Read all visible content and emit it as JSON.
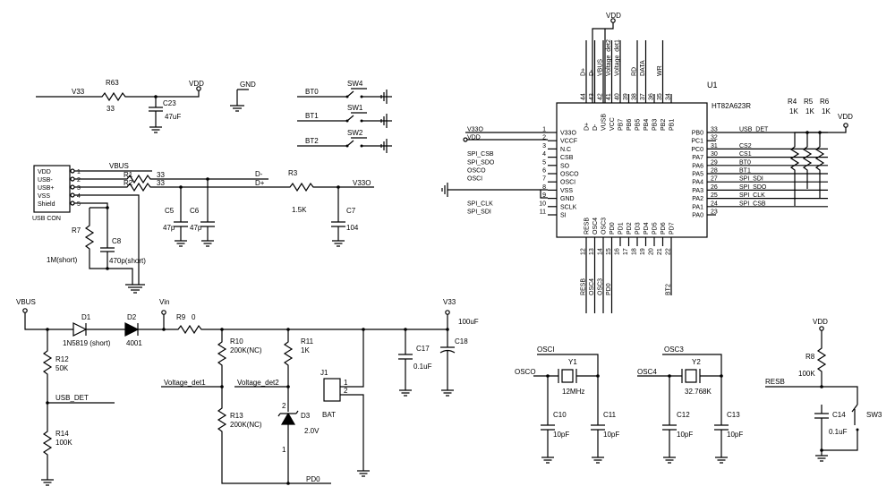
{
  "labels": {
    "v33": "V33",
    "r63": "R63",
    "r63_val": "33",
    "vdd": "VDD",
    "c23": "C23",
    "c23_val": "47uF",
    "gnd": "GND",
    "bt0": "BT0",
    "bt1": "BT1",
    "bt2": "BT2",
    "sw4": "SW4",
    "sw1": "SW1",
    "sw2": "SW2",
    "u1": "U1",
    "usb_vdd": "VDD",
    "usb_dm": "USB-",
    "usb_dp": "USB+",
    "usb_vss": "VSS",
    "usb_shield": "Shield",
    "usb_con": "USB CON",
    "vbus": "VBUS",
    "r1": "R1",
    "r2": "R2",
    "r12_val": "33",
    "r2_val": "33",
    "dm": "D-",
    "dp": "D+",
    "r3": "R3",
    "r3_val": "1.5K",
    "v33o": "V33O",
    "c5": "C5",
    "c5_val": "47p",
    "c6": "C6",
    "c6_val": "47p",
    "c7": "C7",
    "c7_val": "104",
    "r7": "R7",
    "r7_val": "1M(short)",
    "c8": "C8",
    "c8_val": "470p(short)",
    "vbus2": "VBUS",
    "d1": "D1",
    "d1_val": "1N5819 (short)",
    "d2": "D2",
    "d2_val": "4001",
    "vin": "Vin",
    "r9": "R9",
    "r9_val": "0",
    "v33b": "V33",
    "uf100": "100uF",
    "r12": "R12",
    "r12b_val": "50K",
    "usb_det": "USB_DET",
    "r14": "R14",
    "r14_val": "100K",
    "r10": "R10",
    "r10_val": "200K(NC)",
    "r11": "R11",
    "r11_val": "1K",
    "vdet1": "Voltage_det1",
    "vdet2": "Voltage_det2",
    "r13": "R13",
    "r13_val": "200K(NC)",
    "j1": "J1",
    "j1_p1": "1",
    "j1_p2": "2",
    "bat": "BAT",
    "d3": "D3",
    "d3_val": "2.0V",
    "d3_p1": "1",
    "d3_p2": "2",
    "pd0": "PD0",
    "c17": "C17",
    "c17_val": "0.1uF",
    "c18": "C18",
    "osci": "OSCI",
    "osco": "OSCO",
    "y1": "Y1",
    "y1_val": "12MHz",
    "c10": "C10",
    "c10_val": "10pF",
    "c11": "C11",
    "c11_val": "10pF",
    "osc3": "OSC3",
    "osc4": "OSC4",
    "y2": "Y2",
    "y2_val": "32.768K",
    "c12": "C12",
    "c12_val": "10pF",
    "c13": "C13",
    "c13_val": "10pF",
    "vdd3": "VDD",
    "r8": "R8",
    "r8_val": "100K",
    "resb": "RESB",
    "c14": "C14",
    "c14_val": "0.1uF",
    "sw3": "SW3",
    "r4": "R4",
    "r4_val": "1K",
    "r5": "R5",
    "r5_val": "1K",
    "r6": "R6",
    "r6_val": "1K",
    "vdd_r": "VDD",
    "ic_name": "HT82A623R",
    "vdd_top": "VDD"
  },
  "ic_left_pins": [
    {
      "num": "1",
      "name": "V33O",
      "net": "V33O"
    },
    {
      "num": "2",
      "name": "VCCF",
      "net": "VDD"
    },
    {
      "num": "3",
      "name": "N.C",
      "net": ""
    },
    {
      "num": "4",
      "name": "CSB",
      "net": "SPI_CSB"
    },
    {
      "num": "5",
      "name": "SO",
      "net": "SPI_SDO"
    },
    {
      "num": "6",
      "name": "OSCO",
      "net": "OSCO"
    },
    {
      "num": "7",
      "name": "OSCI",
      "net": "OSCI"
    },
    {
      "num": "8",
      "name": "VSS",
      "net": ""
    },
    {
      "num": "9",
      "name": "GND",
      "net": ""
    },
    {
      "num": "10",
      "name": "SCLK",
      "net": "SPI_CLK"
    },
    {
      "num": "11",
      "name": "SI",
      "net": "SPI_SDI"
    }
  ],
  "ic_right_pins": [
    {
      "num": "33",
      "name": "PB0",
      "net": "USB_DET"
    },
    {
      "num": "32",
      "name": "PC1",
      "net": ""
    },
    {
      "num": "31",
      "name": "PC0",
      "net": "CS2"
    },
    {
      "num": "30",
      "name": "PA7",
      "net": "CS1"
    },
    {
      "num": "29",
      "name": "PA6",
      "net": "BT0"
    },
    {
      "num": "28",
      "name": "PA5",
      "net": "BT1"
    },
    {
      "num": "27",
      "name": "PA4",
      "net": "SPI_SDI"
    },
    {
      "num": "26",
      "name": "PA3",
      "net": "SPI_SDO"
    },
    {
      "num": "25",
      "name": "PA2",
      "net": "SPI_CLK"
    },
    {
      "num": "24",
      "name": "PA1",
      "net": "SPI_CSB"
    },
    {
      "num": "23",
      "name": "PA0",
      "net": ""
    }
  ],
  "ic_top_pins": [
    {
      "num": "44",
      "name": "D+",
      "net": "D+"
    },
    {
      "num": "43",
      "name": "D-",
      "net": "D-"
    },
    {
      "num": "42",
      "name": "VUSB",
      "net": "VBUS"
    },
    {
      "num": "41",
      "name": "VCC",
      "net": "Voltage_det2"
    },
    {
      "num": "40",
      "name": "PB7",
      "net": "Voltage_det1"
    },
    {
      "num": "39",
      "name": "PB6",
      "net": ""
    },
    {
      "num": "38",
      "name": "PB5",
      "net": "RD"
    },
    {
      "num": "37",
      "name": "PB4",
      "net": "DATA"
    },
    {
      "num": "36",
      "name": "PB3",
      "net": ""
    },
    {
      "num": "35",
      "name": "PB2",
      "net": "WR"
    },
    {
      "num": "34",
      "name": "PB1",
      "net": ""
    }
  ],
  "ic_bottom_pins": [
    {
      "num": "12",
      "name": "RESB",
      "net": "RESB"
    },
    {
      "num": "13",
      "name": "OSC4",
      "net": "OSC4"
    },
    {
      "num": "14",
      "name": "OSC3",
      "net": "OSC3"
    },
    {
      "num": "15",
      "name": "PD0",
      "net": "PD0"
    },
    {
      "num": "16",
      "name": "PD1",
      "net": ""
    },
    {
      "num": "17",
      "name": "PD2",
      "net": ""
    },
    {
      "num": "18",
      "name": "PD3",
      "net": ""
    },
    {
      "num": "19",
      "name": "PD4",
      "net": ""
    },
    {
      "num": "20",
      "name": "PD5",
      "net": ""
    },
    {
      "num": "21",
      "name": "PD6",
      "net": ""
    },
    {
      "num": "22",
      "name": "PD7",
      "net": "BT2"
    }
  ]
}
